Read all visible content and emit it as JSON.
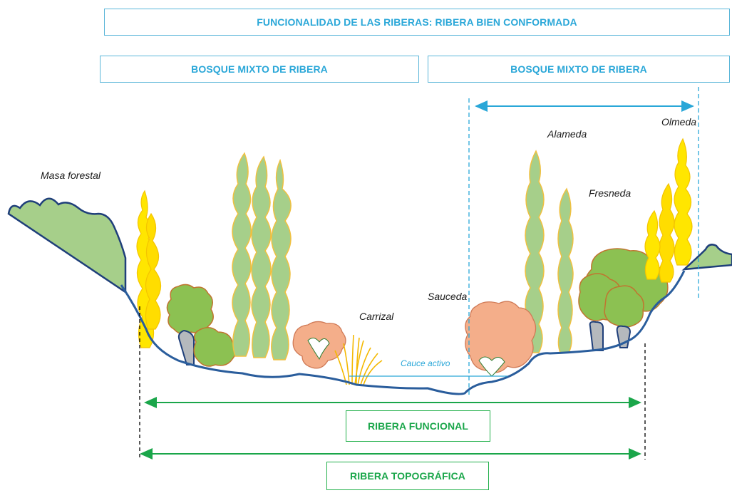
{
  "header": {
    "title": "FUNCIONALIDAD DE LAS RIBERAS: RIBERA BIEN CONFORMADA"
  },
  "sections": {
    "left": "BOSQUE MIXTO DE RIBERA",
    "right": "BOSQUE MIXTO DE RIBERA"
  },
  "labels": {
    "masa_forestal": "Masa forestal",
    "alameda": "Alameda",
    "olmeda": "Olmeda",
    "fresneda": "Fresneda",
    "sauceda": "Sauceda",
    "carrizal": "Carrizal",
    "cauce_activo": "Cauce activo"
  },
  "footer": {
    "ribera_funcional": "RIBERA FUNCIONAL",
    "ribera_topografica": "RIBERA TOPOGRÁFICA"
  },
  "colors": {
    "blue_text": "#2aa7d8",
    "blue_border": "#5bb6d9",
    "green_text": "#1aa64a",
    "ground_line": "#2a5d9c",
    "poplar_green": "#a6cf8a",
    "yellow_tree": "#ffe000",
    "bush_green": "#8cc152",
    "willow_salmon": "#f4ae8a",
    "trunk_grey": "#b5b9bd"
  },
  "icons": [
    "double-arrow-icon",
    "dashed-guide-line-icon"
  ]
}
